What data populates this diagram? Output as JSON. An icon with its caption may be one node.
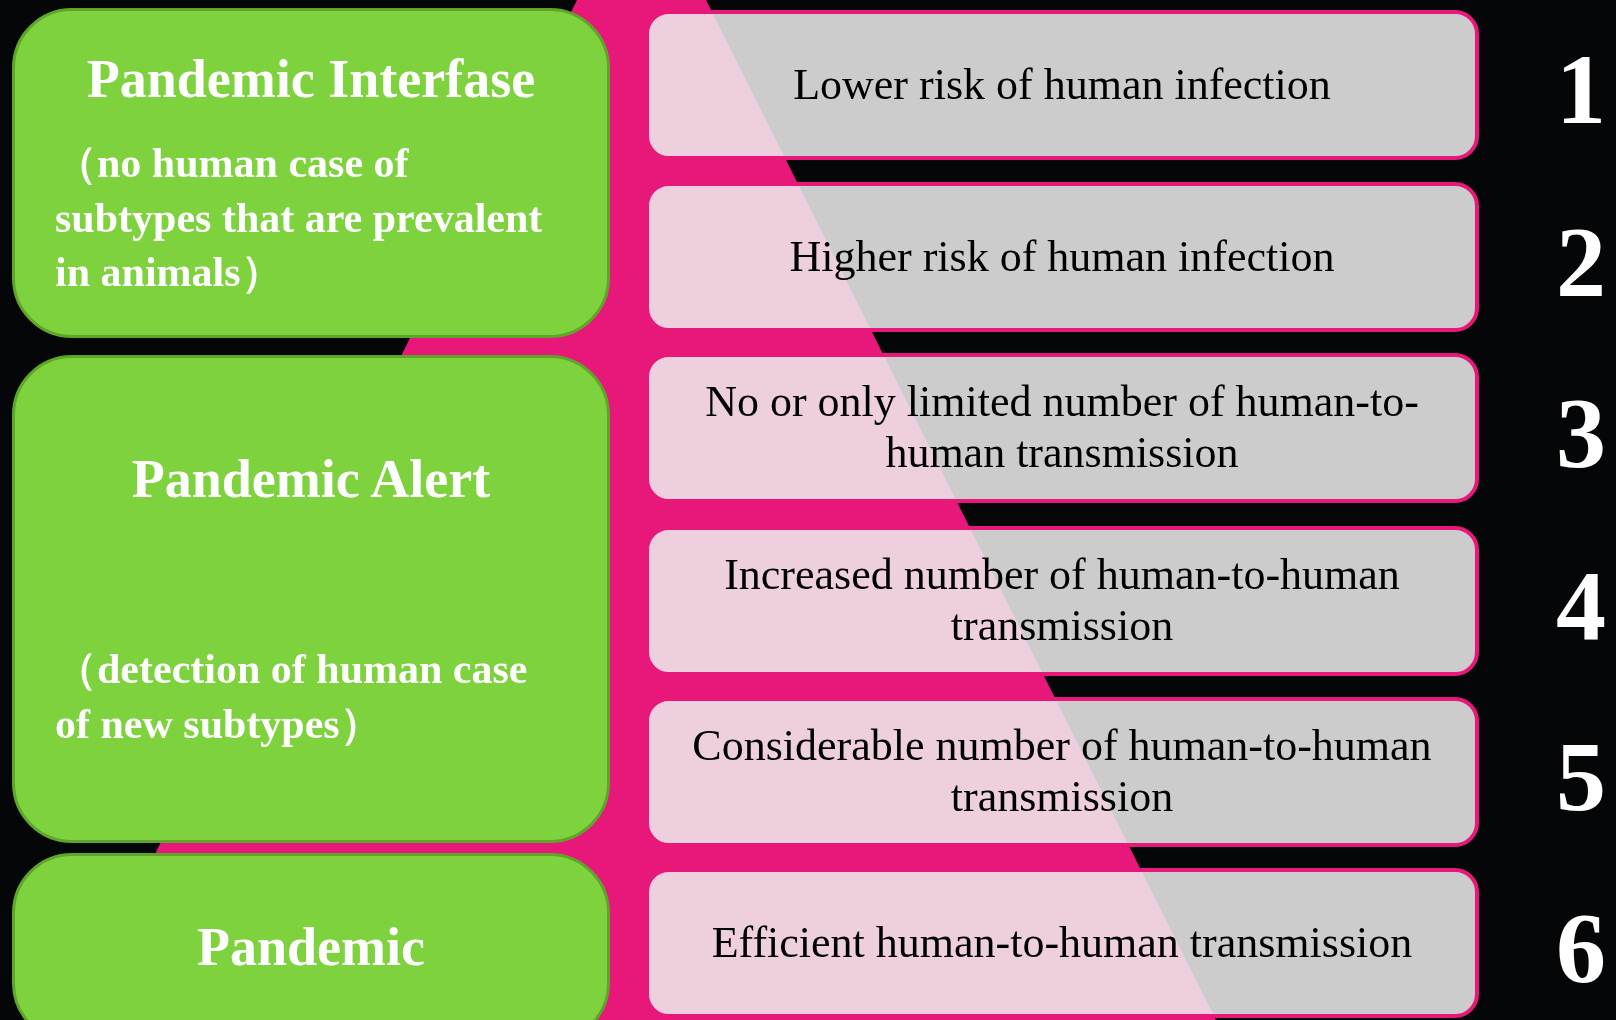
{
  "diagram": {
    "nodes": [
      {
        "text": [
          "Pandemic Interfase",
          "（no human case of subtypes that are prevalent in animals）"
        ]
      },
      {
        "text": [
          "Pandemic Alert",
          "（detection of human case of new subtypes）"
        ]
      },
      {
        "text": [
          "Pandemic"
        ]
      },
      {
        "text": [
          "Lower risk of human infection"
        ]
      },
      {
        "text": [
          "Higher risk of human infection"
        ]
      },
      {
        "text": [
          "No or only limited number of human-to-human transmission"
        ]
      },
      {
        "text": [
          "Increased number of human-to-human transmission"
        ]
      },
      {
        "text": [
          "Considerable number of human-to-human transmission"
        ]
      },
      {
        "text": [
          "Efficient human-to-human transmission"
        ]
      }
    ],
    "edges": [],
    "labels": [
      "1",
      "2",
      "3",
      "4",
      "5",
      "6"
    ]
  }
}
